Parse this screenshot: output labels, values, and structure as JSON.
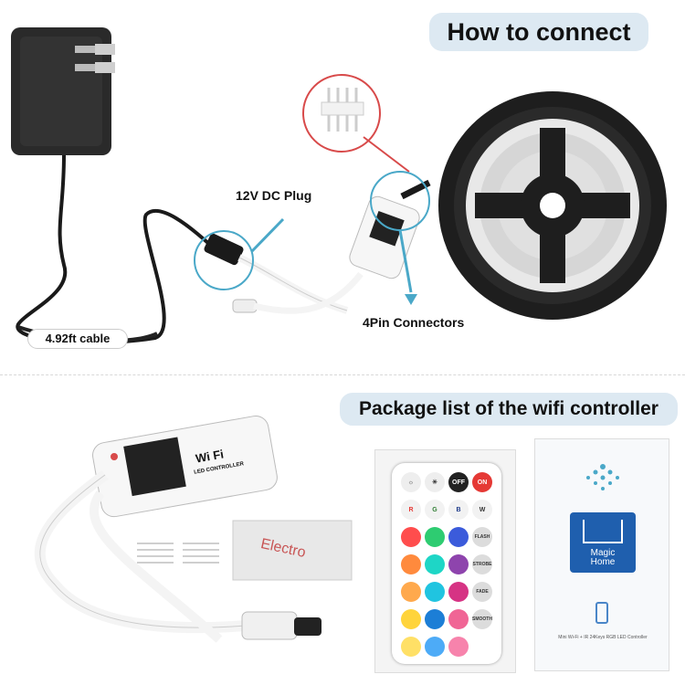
{
  "header": {
    "title": "How to connect"
  },
  "connect": {
    "plug_label": "12V DC Plug",
    "connector_label": "4Pin Connectors",
    "cable_label": "4.92ft cable"
  },
  "package": {
    "title": "Package list of the wifi controller",
    "controller_brand": "Wi Fi",
    "controller_sub": "LED CONTROLLER",
    "tape_text": "Electro",
    "remote_buttons": [
      "OFF",
      "ON",
      "R",
      "G",
      "B",
      "W",
      "FLASH",
      "STROBE",
      "FADE",
      "SMOOTH"
    ],
    "app_name_line1": "Magic",
    "app_name_line2": "Home",
    "manual_text": "Mini Wi-Fi + IR 24Keys RGB LED Controller"
  },
  "colors": {
    "banner_bg": "#dde9f2",
    "callout_blue": "#4aa8c8",
    "callout_red": "#d84a4a",
    "app_blue": "#1f5fae"
  }
}
